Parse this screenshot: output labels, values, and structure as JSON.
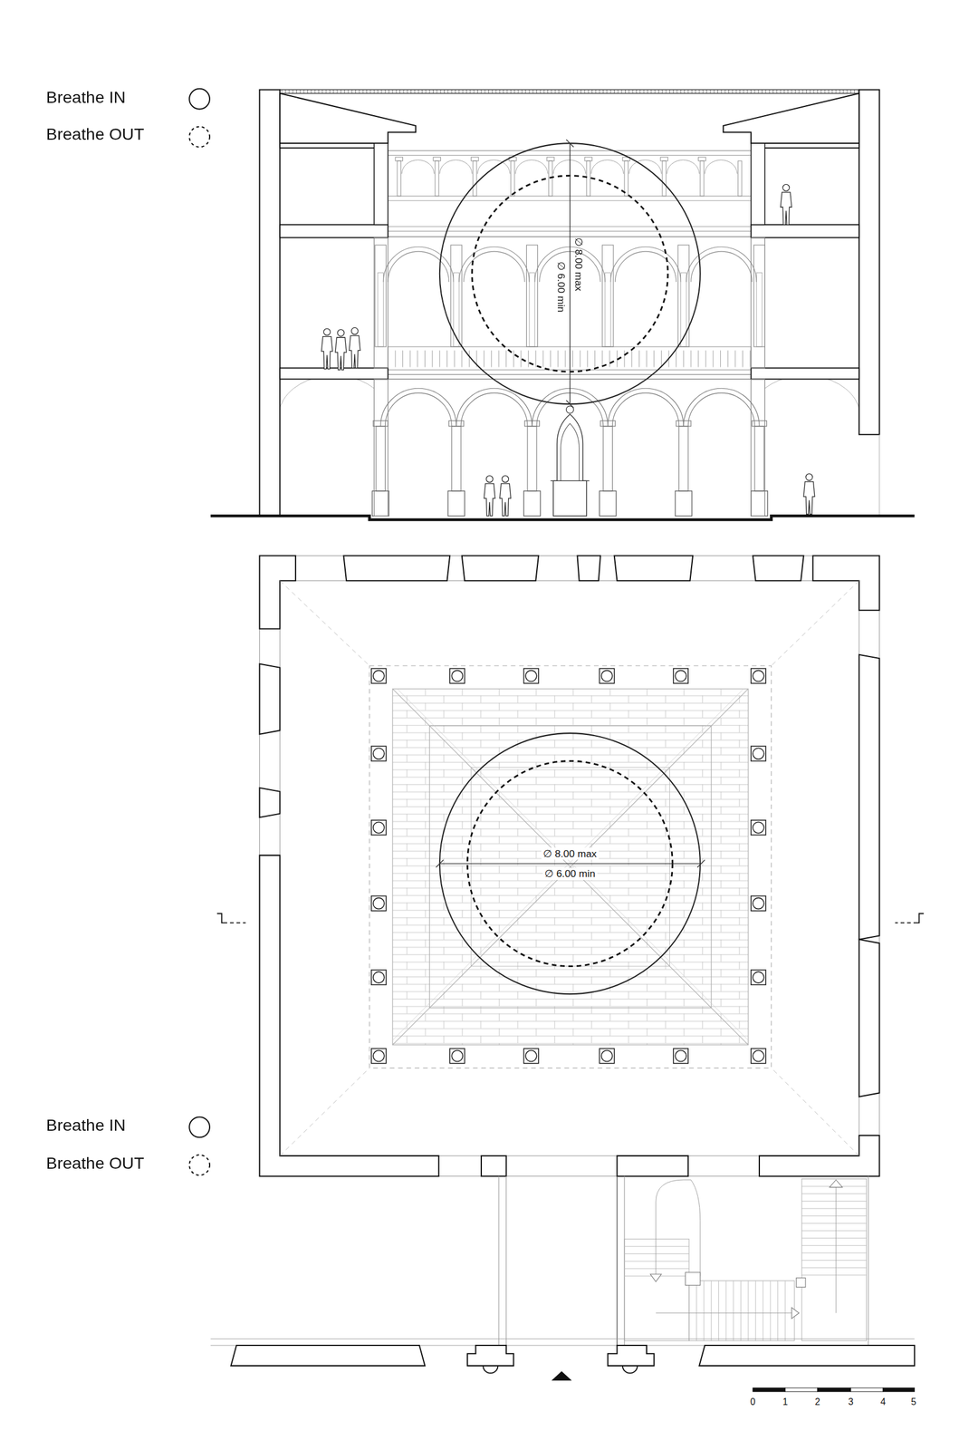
{
  "diagram": {
    "labels": [
      "∅ 8.00 max",
      "∅ 6.00 min",
      "∅ 8.00 max",
      "∅ 6.00 min",
      "0",
      "1",
      "2",
      "3",
      "4",
      "5"
    ],
    "legend": [
      {
        "text": "Breathe IN"
      },
      {
        "text": "Breathe OUT"
      },
      {
        "text": "Breathe IN"
      },
      {
        "text": "Breathe OUT"
      }
    ]
  }
}
